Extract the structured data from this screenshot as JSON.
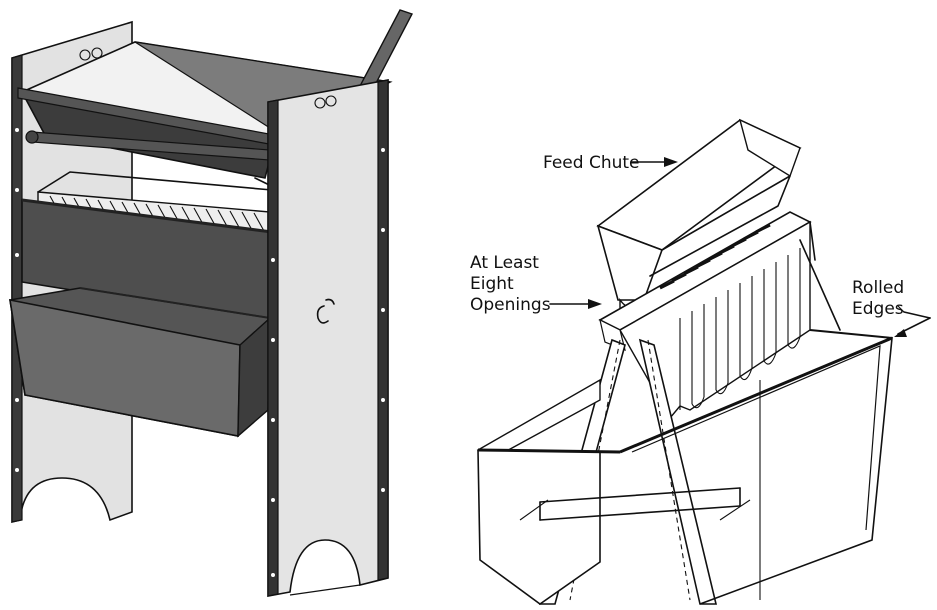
{
  "figure": {
    "left": {
      "description_name": "rotary-splitter-assembly"
    },
    "right": {
      "labels": {
        "feed_chute": "Feed Chute",
        "openings_line1": "At Least",
        "openings_line2": "Eight",
        "openings_line3": "Openings",
        "rolled_line1": "Rolled",
        "rolled_line2": "Edges"
      }
    }
  },
  "colors": {
    "ink": "#111111",
    "panel_light": "#dcdcdc",
    "panel_mid": "#9a9a9a",
    "panel_dark": "#4a4a4a",
    "panel_darker": "#333333",
    "paper": "#ffffff"
  }
}
